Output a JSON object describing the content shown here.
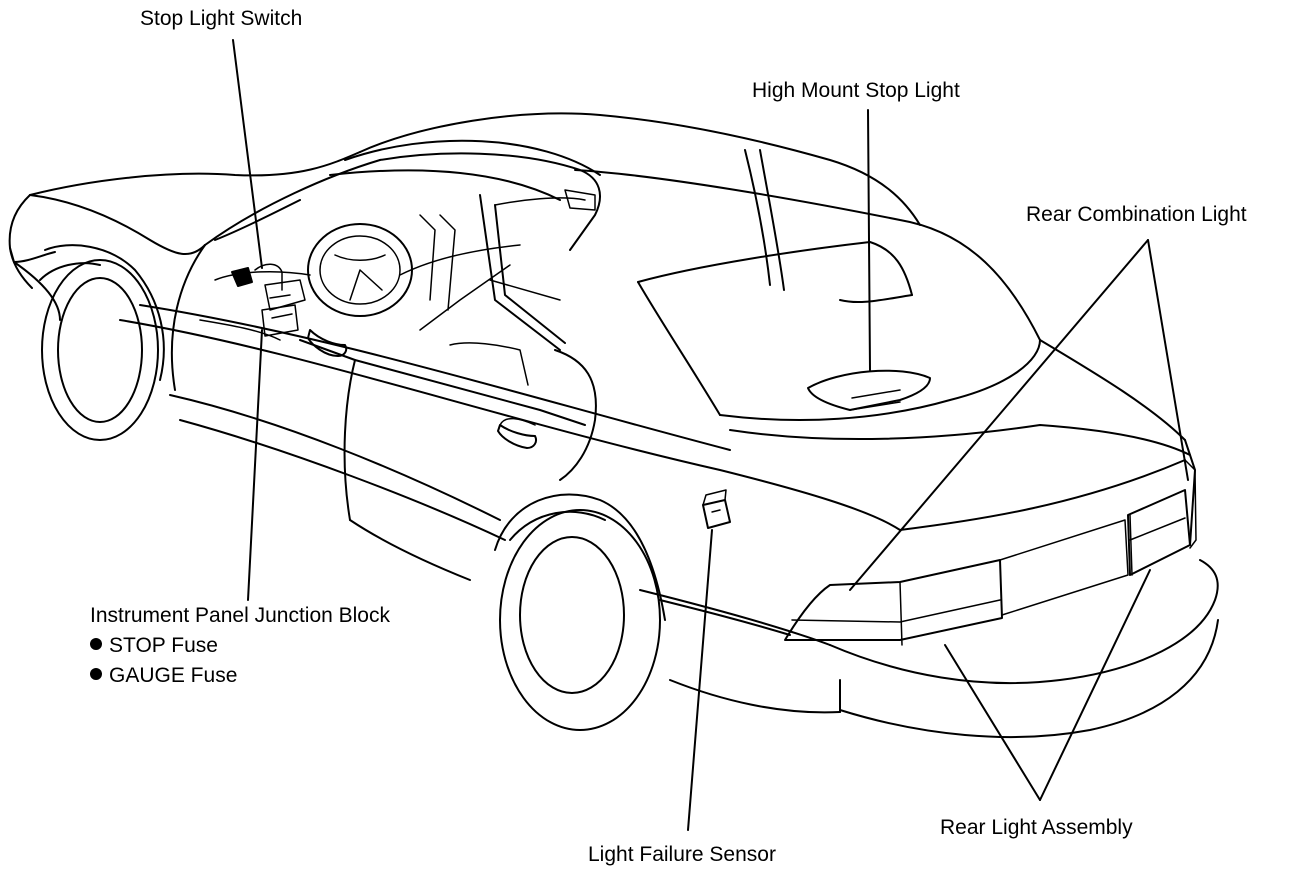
{
  "labels": {
    "stop_light_switch": "Stop Light Switch",
    "high_mount_stop_light": "High Mount Stop Light",
    "rear_combination_light": "Rear Combination Light",
    "instrument_panel_junction_block": "Instrument Panel Junction Block",
    "rear_light_assembly": "Rear Light Assembly",
    "light_failure_sensor": "Light Failure Sensor"
  },
  "junction_block_items": [
    "STOP Fuse",
    "GAUGE Fuse"
  ],
  "colors": {
    "line": "#000000",
    "background": "#ffffff"
  }
}
